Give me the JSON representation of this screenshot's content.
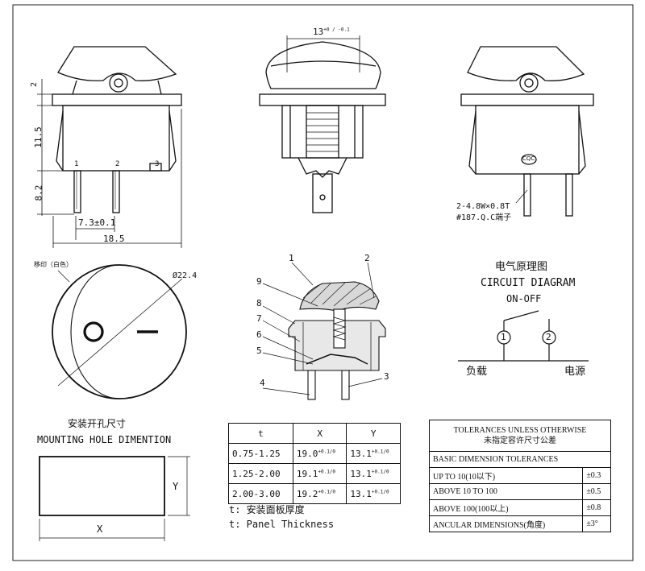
{
  "switch_views": {
    "front": {
      "dim_top": "2",
      "dim_body": "11.5",
      "dim_pins": "8.2",
      "pin_labels": [
        "1",
        "2",
        "3"
      ],
      "dim_pitch": "7.3±0.1",
      "dim_width": "18.5"
    },
    "side": {
      "dim_width": "13",
      "dim_width_tol": "+0 / -0.1"
    },
    "back": {
      "terminal_note_1": "2-4.8W×0.8T",
      "terminal_note_2": "#187.Q.C端子",
      "cert_mark": "CQC"
    }
  },
  "round_view": {
    "mark_label": "移印（白色）",
    "diameter": "Ø22.4"
  },
  "cross_section": {
    "callouts": [
      "1",
      "2",
      "9",
      "8",
      "7",
      "6",
      "5",
      "4",
      "3"
    ]
  },
  "circuit": {
    "title_cn": "电气原理图",
    "title_en": "CIRCUIT DIAGRAM",
    "mode": "ON-OFF",
    "terminal_1": "1",
    "terminal_2": "2",
    "left_label": "负载",
    "right_label": "电源"
  },
  "mounting": {
    "title_cn": "安装开孔尺寸",
    "title_en": "MOUNTING HOLE DIMENTION",
    "x_label": "X",
    "y_label": "Y"
  },
  "panel_table": {
    "headers": [
      "t",
      "X",
      "Y"
    ],
    "rows": [
      {
        "t": "0.75-1.25",
        "x": "19.0",
        "x_tol": "+0.1/0",
        "y": "13.1",
        "y_tol": "+0.1/0"
      },
      {
        "t": "1.25-2.00",
        "x": "19.1",
        "x_tol": "+0.1/0",
        "y": "13.1",
        "y_tol": "+0.1/0"
      },
      {
        "t": "2.00-3.00",
        "x": "19.2",
        "x_tol": "+0.1/0",
        "y": "13.1",
        "y_tol": "+0.1/0"
      }
    ],
    "note_cn": "t: 安装面板厚度",
    "note_en": "t: Panel Thickness"
  },
  "tolerance_table": {
    "title_en": "TOLERANCES UNLESS OTHERWISE",
    "title_cn": "未指定容许尺寸公差",
    "section": "BASIC DIMENSION TOLERANCES",
    "rows": [
      {
        "range": "UP TO 10(10以下)",
        "tol": "±0.3"
      },
      {
        "range": "ABOVE 10 TO 100",
        "tol": "±0.5"
      },
      {
        "range": "ABOVE 100(100以上)",
        "tol": "±0.8"
      },
      {
        "range": "ANCULAR DIMENSIONS(角度)",
        "tol": "±3°"
      }
    ]
  }
}
